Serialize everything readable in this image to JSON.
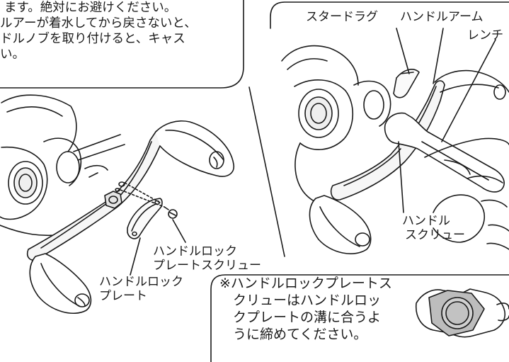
{
  "warning_box": {
    "lines": [
      "ます。絶対にお避けください。",
      "ルアーが着水してから戻さないと、",
      "",
      "ドルノブを取り付けると、キャス",
      "い。"
    ]
  },
  "labels": {
    "star_drag": "スタードラグ",
    "handle_arm": "ハンドルアーム",
    "wrench": "レンチ",
    "handle_screw": [
      "ハンドル",
      "スクリュー"
    ],
    "lock_plate_screw": [
      "ハンドルロック",
      "プレートスクリュー"
    ],
    "lock_plate": [
      "ハンドルロック",
      "プレート"
    ]
  },
  "note": {
    "lines": [
      "※ハンドルロックプレートス",
      "　クリューはハンドルロッ",
      "　クプレートの溝に合うよ",
      "　うに締めてください。"
    ]
  }
}
